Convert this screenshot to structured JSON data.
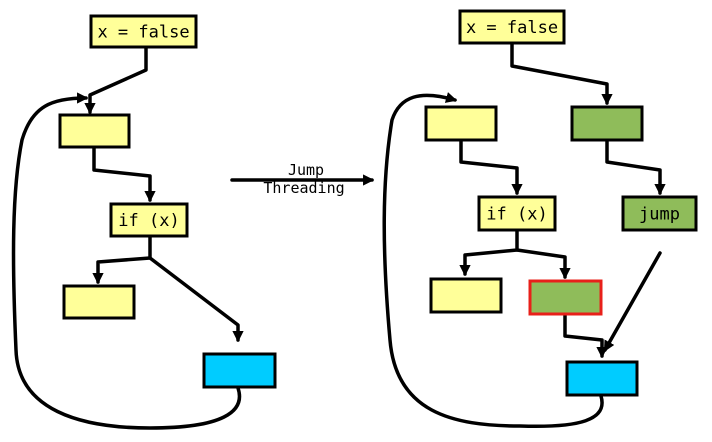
{
  "caption": {
    "line1": "Jump",
    "line2": "Threading"
  },
  "before": {
    "entry_label": "x = false",
    "cond_label": "if (x)"
  },
  "after": {
    "entry_label": "x = false",
    "cond_label": "if (x)",
    "jump_label": "jump"
  },
  "colors": {
    "plain_block": "#ffff99",
    "merge_block": "#00ccff",
    "threaded_block": "#8fbc5a",
    "removed_edge_highlight": "#e8201a",
    "stroke": "#000000"
  }
}
